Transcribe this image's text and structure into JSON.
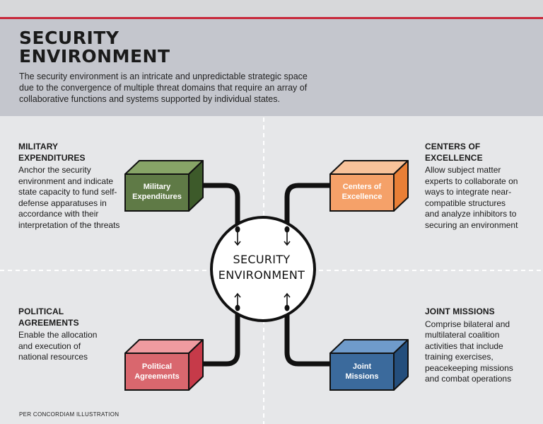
{
  "header": {
    "title_line1": "SECURITY",
    "title_line2": "ENVIRONMENT",
    "description": "The security environment is an intricate and unpredictable strategic space due to the convergence of multiple threat domains that require an array of collaborative functions and systems supported by individual states."
  },
  "center": {
    "line1": "SECURITY",
    "line2": "ENVIRONMENT"
  },
  "quadrants": {
    "top_left": {
      "heading": "MILITARY EXPENDITURES",
      "body": "Anchor the security environment and indicate state capacity to fund self-defense apparatuses in accordance with their interpretation of the threats",
      "box_line1": "Military",
      "box_line2": "Expenditures",
      "color": "#5f7a46"
    },
    "top_right": {
      "heading": "CENTERS OF EXCELLENCE",
      "body": "Allow subject matter experts to collaborate on ways to integrate near-compatible structures and analyze inhibitors to securing an environment",
      "box_line1": "Centers of",
      "box_line2": "Excellence",
      "color": "#f5a169"
    },
    "bottom_left": {
      "heading": "POLITICAL AGREEMENTS",
      "body": "Enable the allocation and execution of national resources",
      "box_line1": "Political",
      "box_line2": "Agreements",
      "color": "#d9676e"
    },
    "bottom_right": {
      "heading": "JOINT MISSIONS",
      "body": "Comprise bilateral and multilateral coalition activities that include training exercises, peacekeeping missions and combat operations",
      "box_line1": "Joint",
      "box_line2": "Missions",
      "color": "#3b6a9c"
    }
  },
  "credit": "PER CONCORDIAM ILLUSTRATION"
}
